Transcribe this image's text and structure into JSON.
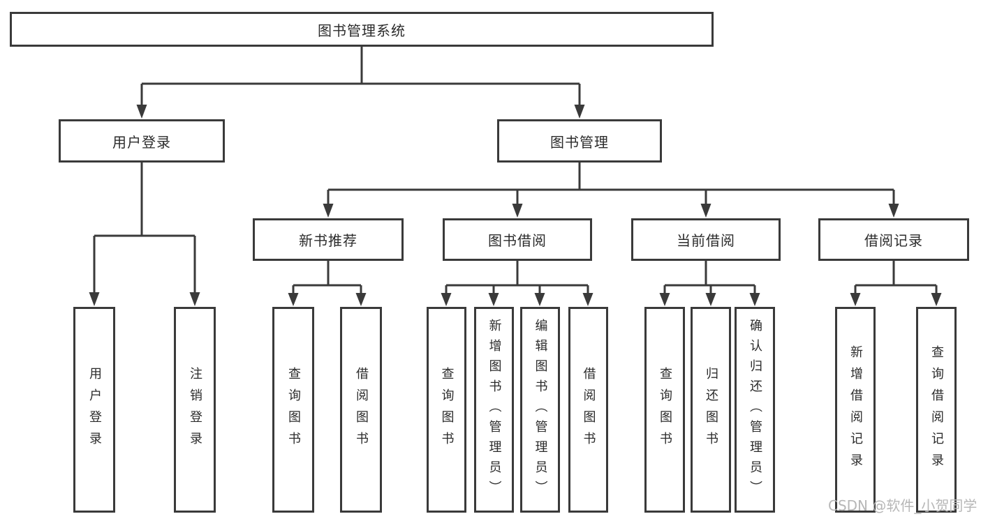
{
  "diagram": {
    "type": "hierarchy-tree",
    "nodes": {
      "root": "图书管理系统",
      "level2": [
        "用户登录",
        "图书管理"
      ],
      "level3": [
        "新书推荐",
        "图书借阅",
        "当前借阅",
        "借阅记录"
      ],
      "leaves": {
        "user_login": [
          "用户登录",
          "注销登录"
        ],
        "new_book": [
          "查询图书",
          "借阅图书"
        ],
        "book_borrow": [
          "查询图书",
          "新增图书（管理员）",
          "编辑图书（管理员）",
          "借阅图书"
        ],
        "current_borrow": [
          "查询图书",
          "归还图书",
          "确认归还（管理员）"
        ],
        "borrow_records": [
          "新增借阅记录",
          "查询借阅记录"
        ]
      }
    },
    "hierarchy": {
      "图书管理系统": [
        "用户登录",
        "图书管理"
      ],
      "用户登录": [
        "用户登录",
        "注销登录"
      ],
      "图书管理": [
        "新书推荐",
        "图书借阅",
        "当前借阅",
        "借阅记录"
      ],
      "新书推荐": [
        "查询图书",
        "借阅图书"
      ],
      "图书借阅": [
        "查询图书",
        "新增图书（管理员）",
        "编辑图书（管理员）",
        "借阅图书"
      ],
      "当前借阅": [
        "查询图书",
        "归还图书",
        "确认归还（管理员）"
      ],
      "借阅记录": [
        "新增借阅记录",
        "查询借阅记录"
      ]
    },
    "colors": {
      "box_border": "#3a3a3a",
      "connector_line": "#3a3a3a",
      "text": "#2b2b2b",
      "background": "#ffffff",
      "watermark": "#b7b7b7"
    }
  },
  "watermark": {
    "text": "CSDN @软件_小贺同学"
  }
}
